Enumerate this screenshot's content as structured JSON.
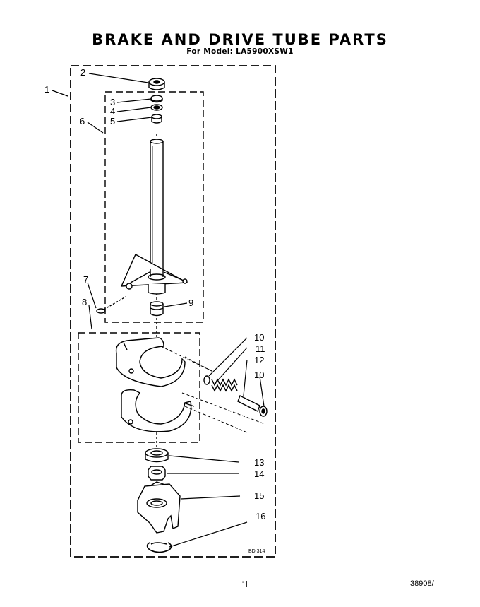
{
  "header": {
    "title": "BRAKE AND DRIVE TUBE PARTS",
    "model_line": "For Model: LA5900XSW1"
  },
  "callouts": [
    "1",
    "2",
    "3",
    "4",
    "5",
    "6",
    "7",
    "8",
    "9",
    "10",
    "11",
    "12",
    "10",
    "13",
    "14",
    "15",
    "16"
  ],
  "footer": {
    "drawing_code": "BD 314",
    "page_mark": "' l",
    "doc_number": "38908/"
  }
}
